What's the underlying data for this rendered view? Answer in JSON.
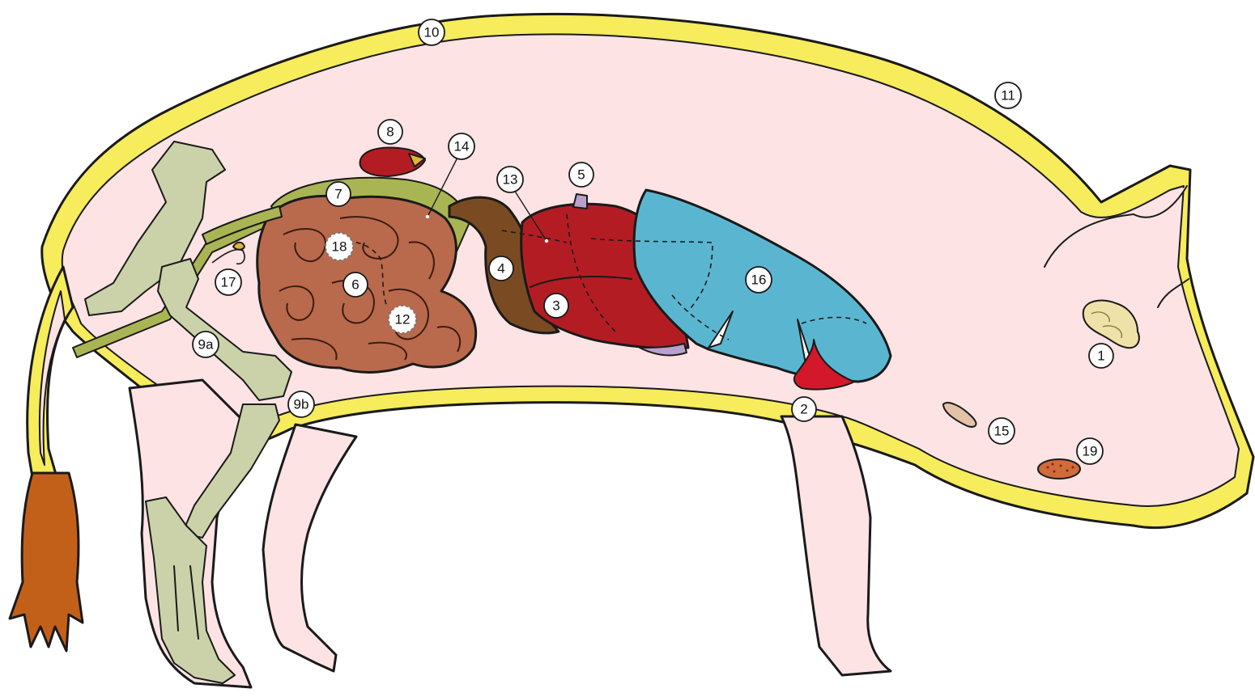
{
  "colors": {
    "background": "#ffffff",
    "body": "#fde3e3",
    "fat": "#f6ec5c",
    "bone": "#cbd2a9",
    "intestine": "#b96a4c",
    "stomach_fat": "#a9b553",
    "liver": "#b41c24",
    "gallbladder": "#7a4b22",
    "lungs": "#5ab6d0",
    "heart": "#d2182a",
    "spleen": "#b8a1cc",
    "tail": "#c2601a",
    "tongue_gland": "#e4c2a8",
    "tonsil": "#d06b3a",
    "brain": "#efe2a8"
  },
  "labels": {
    "l1": "1",
    "l2": "2",
    "l3": "3",
    "l4": "4",
    "l5": "5",
    "l6": "6",
    "l7": "7",
    "l8": "8",
    "l9a": "9a",
    "l9b": "9b",
    "l10": "10",
    "l11": "11",
    "l12": "12",
    "l13": "13",
    "l14": "14",
    "l15": "15",
    "l16": "16",
    "l17": "17",
    "l18": "18",
    "l19": "19"
  }
}
